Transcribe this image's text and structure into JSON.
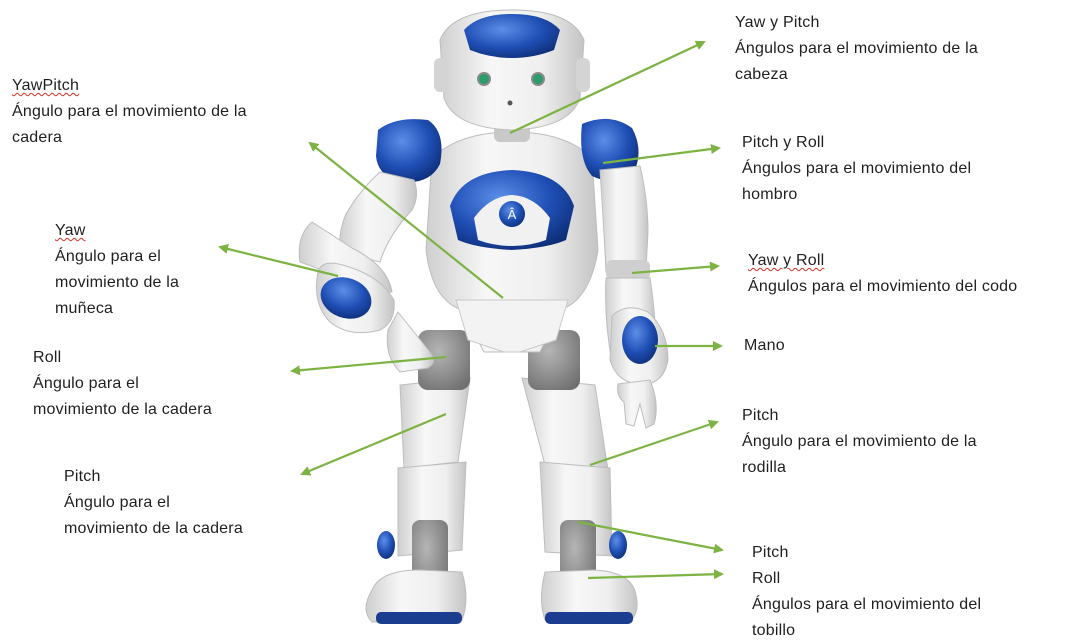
{
  "colors": {
    "arrow": "#7cb342",
    "robot_white": "#ededed",
    "robot_blue": "#1f4fb5",
    "robot_joint": "#8e8e8e",
    "text": "#1f1f1f",
    "spellcheck": "#d93025"
  },
  "labels": {
    "head": {
      "title": "Yaw y Pitch",
      "desc": "Ángulos para el movimiento de la",
      "desc2": "cabeza"
    },
    "hip_yawpitch": {
      "title": "YawPitch",
      "desc": "Ángulo para el movimiento de la",
      "desc2": "cadera"
    },
    "shoulder": {
      "title": "Pitch y Roll",
      "desc": "Ángulos para el movimiento del",
      "desc2": "hombro"
    },
    "wrist": {
      "title": "Yaw",
      "desc": "Ángulo para el",
      "desc2": "movimiento de la",
      "desc3": "muñeca"
    },
    "elbow": {
      "title": "Yaw y Roll",
      "desc": "Ángulos para el movimiento del codo"
    },
    "hand": {
      "title": "Mano"
    },
    "hip_roll": {
      "title": "Roll",
      "desc": "Ángulo para el",
      "desc2": "movimiento de la cadera"
    },
    "knee": {
      "title": "Pitch",
      "desc": "Ángulo para el movimiento de la",
      "desc2": "rodilla"
    },
    "hip_pitch": {
      "title": "Pitch",
      "desc": "Ángulo para el",
      "desc2": "movimiento de la cadera"
    },
    "ankle": {
      "title": "Pitch",
      "title2": "Roll",
      "desc": "Ángulos para el movimiento del",
      "desc2": "tobillo"
    }
  }
}
